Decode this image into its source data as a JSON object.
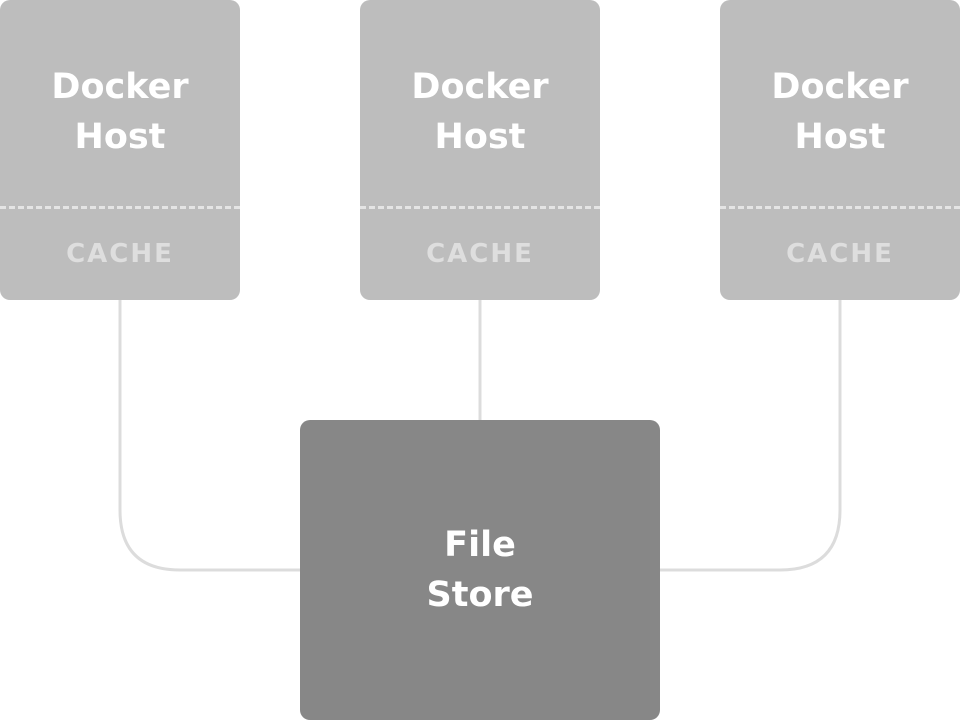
{
  "hosts": [
    {
      "title_line1": "Docker",
      "title_line2": "Host",
      "cache_label": "CACHE"
    },
    {
      "title_line1": "Docker",
      "title_line2": "Host",
      "cache_label": "CACHE"
    },
    {
      "title_line1": "Docker",
      "title_line2": "Host",
      "cache_label": "CACHE"
    }
  ],
  "store": {
    "title_line1": "File",
    "title_line2": "Store"
  },
  "colors": {
    "host_fill": "#bdbdbd",
    "store_fill": "#878787",
    "connector": "#dcdcdc",
    "title_text": "#ffffff",
    "cache_text": "#dedede"
  }
}
